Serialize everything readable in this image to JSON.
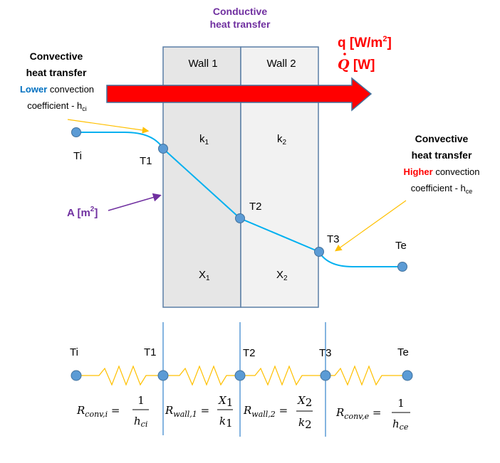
{
  "title": {
    "line1": "Conductive",
    "line2": "heat transfer"
  },
  "flux": {
    "q": "q [W/m",
    "q_sup": "2",
    "q_close": "]",
    "Q": "Q",
    "Q_unit": " [W]"
  },
  "inner_label": {
    "line1": "Convective",
    "line2": "heat transfer",
    "emph": "Lower",
    "rest": " convection",
    "line4": "coefficient - h",
    "sub": "ci"
  },
  "outer_label": {
    "line1": "Convective",
    "line2": "heat transfer",
    "emph": "Higher",
    "rest": " convection",
    "line4": "coefficient - h",
    "sub": "ce"
  },
  "area": {
    "label": "A [m",
    "sup": "2",
    "close": "]"
  },
  "walls": [
    {
      "name": "Wall 1",
      "k": "k",
      "k_sub": "1",
      "x": "X",
      "x_sub": "1"
    },
    {
      "name": "Wall 2",
      "k": "k",
      "k_sub": "2",
      "x": "X",
      "x_sub": "2"
    }
  ],
  "temps": {
    "ti": "Ti",
    "t1": "T1",
    "t2": "T2",
    "t3": "T3",
    "te": "Te"
  },
  "formulas": [
    {
      "lhs": "R",
      "lhs_sub": "conv,i",
      "num": "1",
      "num_sub": "",
      "den": "h",
      "den_sub": "ci"
    },
    {
      "lhs": "R",
      "lhs_sub": "wall,1",
      "num": "X",
      "num_sub": "1",
      "den": "k",
      "den_sub": "1"
    },
    {
      "lhs": "R",
      "lhs_sub": "wall,2",
      "num": "X",
      "num_sub": "2",
      "den": "k",
      "den_sub": "2"
    },
    {
      "lhs": "R",
      "lhs_sub": "conv,e",
      "num": "1",
      "num_sub": "",
      "den": "h",
      "den_sub": "ce"
    }
  ],
  "colors": {
    "purple": "#7030a0",
    "red": "#ff0000",
    "blue": "#0070c0",
    "curve": "#00b0f0",
    "node": "#5b9bd5",
    "yellow": "#ffc000"
  }
}
